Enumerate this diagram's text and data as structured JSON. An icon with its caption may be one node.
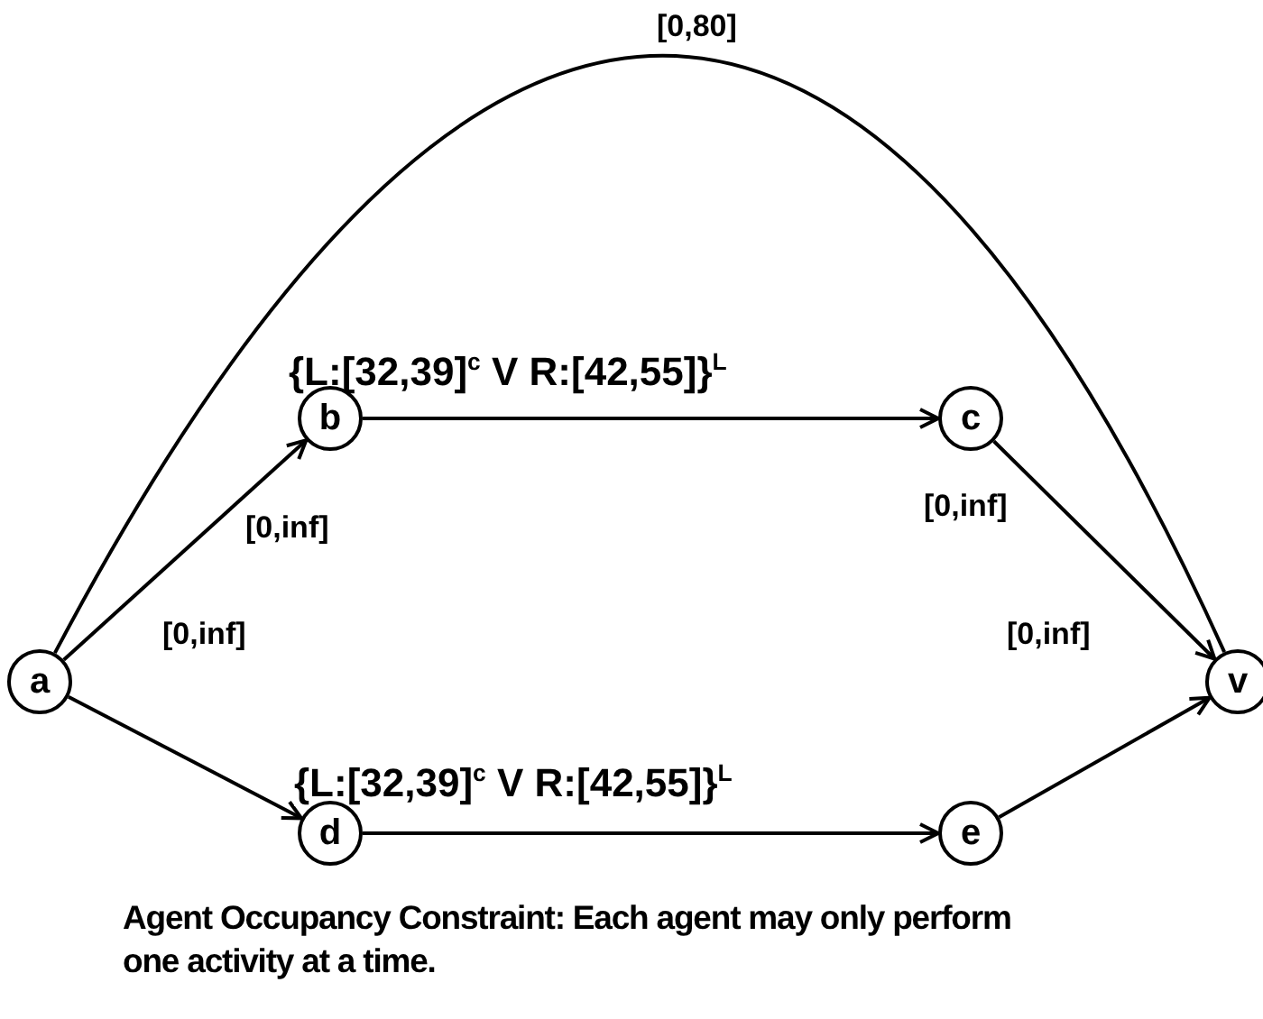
{
  "diagram": {
    "caption": "Agent Occupancy Constraint: Each agent may only perform one activity at a time.",
    "nodes": [
      {
        "text": [
          "a"
        ]
      },
      {
        "text": [
          "b"
        ]
      },
      {
        "text": [
          "c"
        ]
      },
      {
        "text": [
          "d"
        ]
      },
      {
        "text": [
          "e"
        ]
      },
      {
        "text": [
          "v"
        ]
      }
    ],
    "edges": [
      {
        "from": 0,
        "to": 1,
        "arrow": "to",
        "label": "[0,inf]"
      },
      {
        "from": 1,
        "to": 2,
        "arrow": "to",
        "label": "{L:[32,39]$^{c}$ V R:[42,55]}$^{L}$"
      },
      {
        "from": 2,
        "to": 5,
        "arrow": "to",
        "label": "[0,inf]"
      },
      {
        "from": 0,
        "to": 3,
        "arrow": "to",
        "label": "[0,inf]"
      },
      {
        "from": 3,
        "to": 4,
        "arrow": "to",
        "label": "{L:[32,39]$^{c}$ V R:[42,55]}$^{L}$"
      },
      {
        "from": 4,
        "to": 5,
        "arrow": "to",
        "label": "[0,inf]"
      },
      {
        "from": 0,
        "to": 5,
        "arrow": "none",
        "label": "[0,80]"
      }
    ]
  }
}
